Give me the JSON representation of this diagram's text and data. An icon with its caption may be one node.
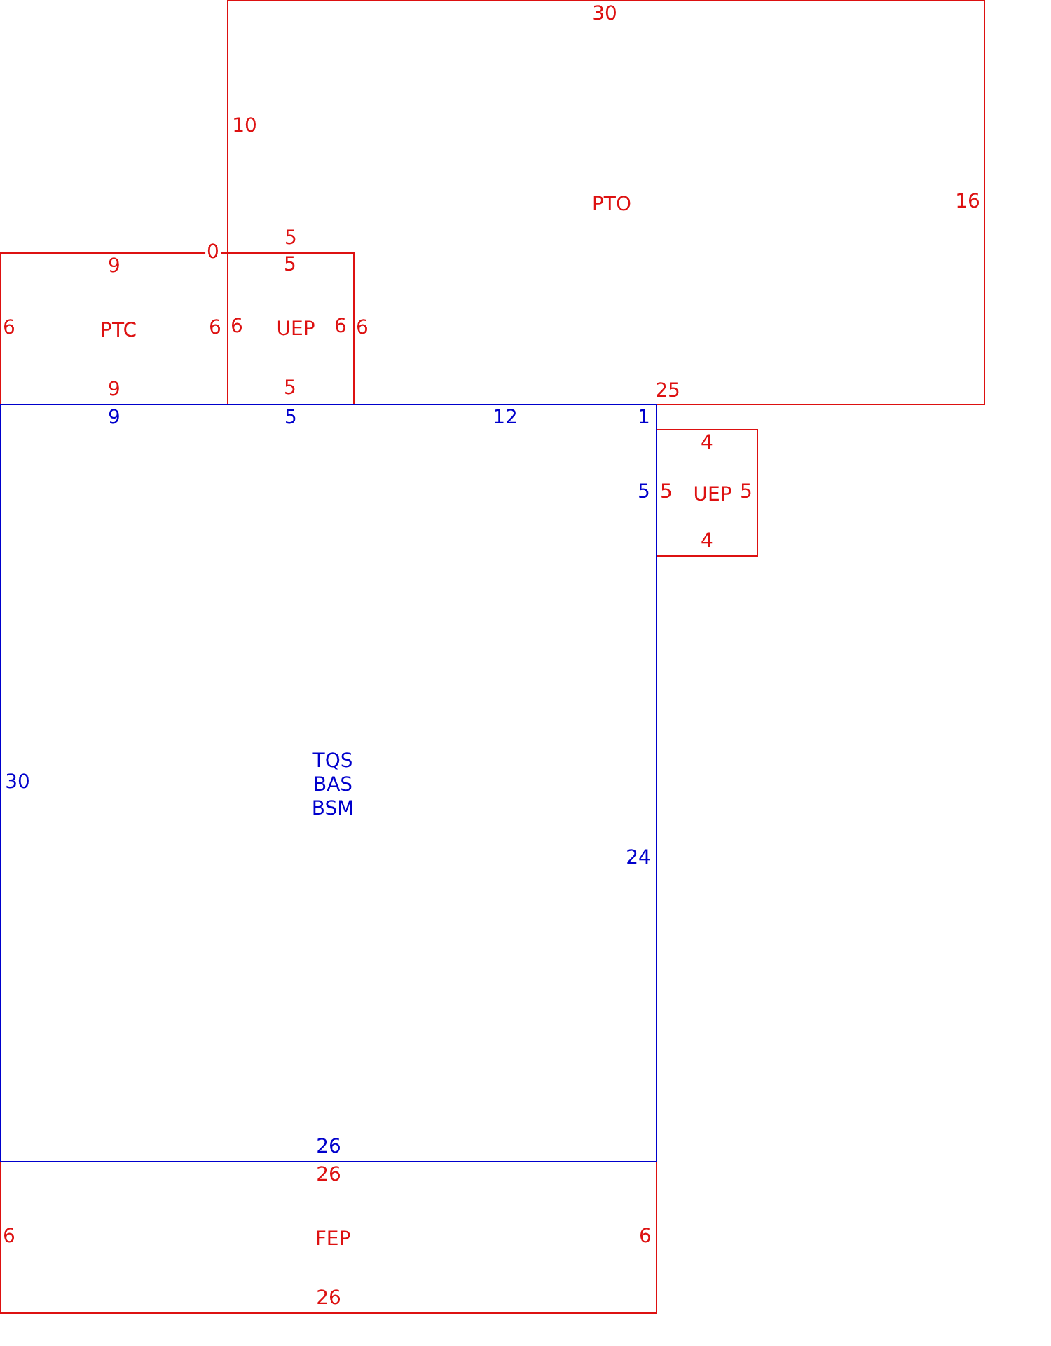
{
  "diagram": {
    "nodes": [
      {
        "text": [
          "30",
          "10",
          "PTO",
          "16",
          "5",
          "6",
          "25"
        ]
      },
      {
        "text": [
          "5",
          "6",
          "UEP",
          "6",
          "5"
        ],
        "in": 0
      },
      {
        "text": [
          "9",
          "6",
          "PTC",
          "6",
          "9"
        ]
      },
      {
        "text": [
          "9",
          "5",
          "12",
          "1",
          "5",
          "TQS",
          "30",
          "BAS",
          "BSM",
          "24",
          "26"
        ]
      },
      {
        "text": [
          "4",
          "5",
          "UEP",
          "5",
          "4"
        ]
      },
      {
        "text": [
          "26",
          "6",
          "FEP",
          "6",
          "26"
        ]
      }
    ],
    "edges": [],
    "labels": [
      "0"
    ]
  }
}
